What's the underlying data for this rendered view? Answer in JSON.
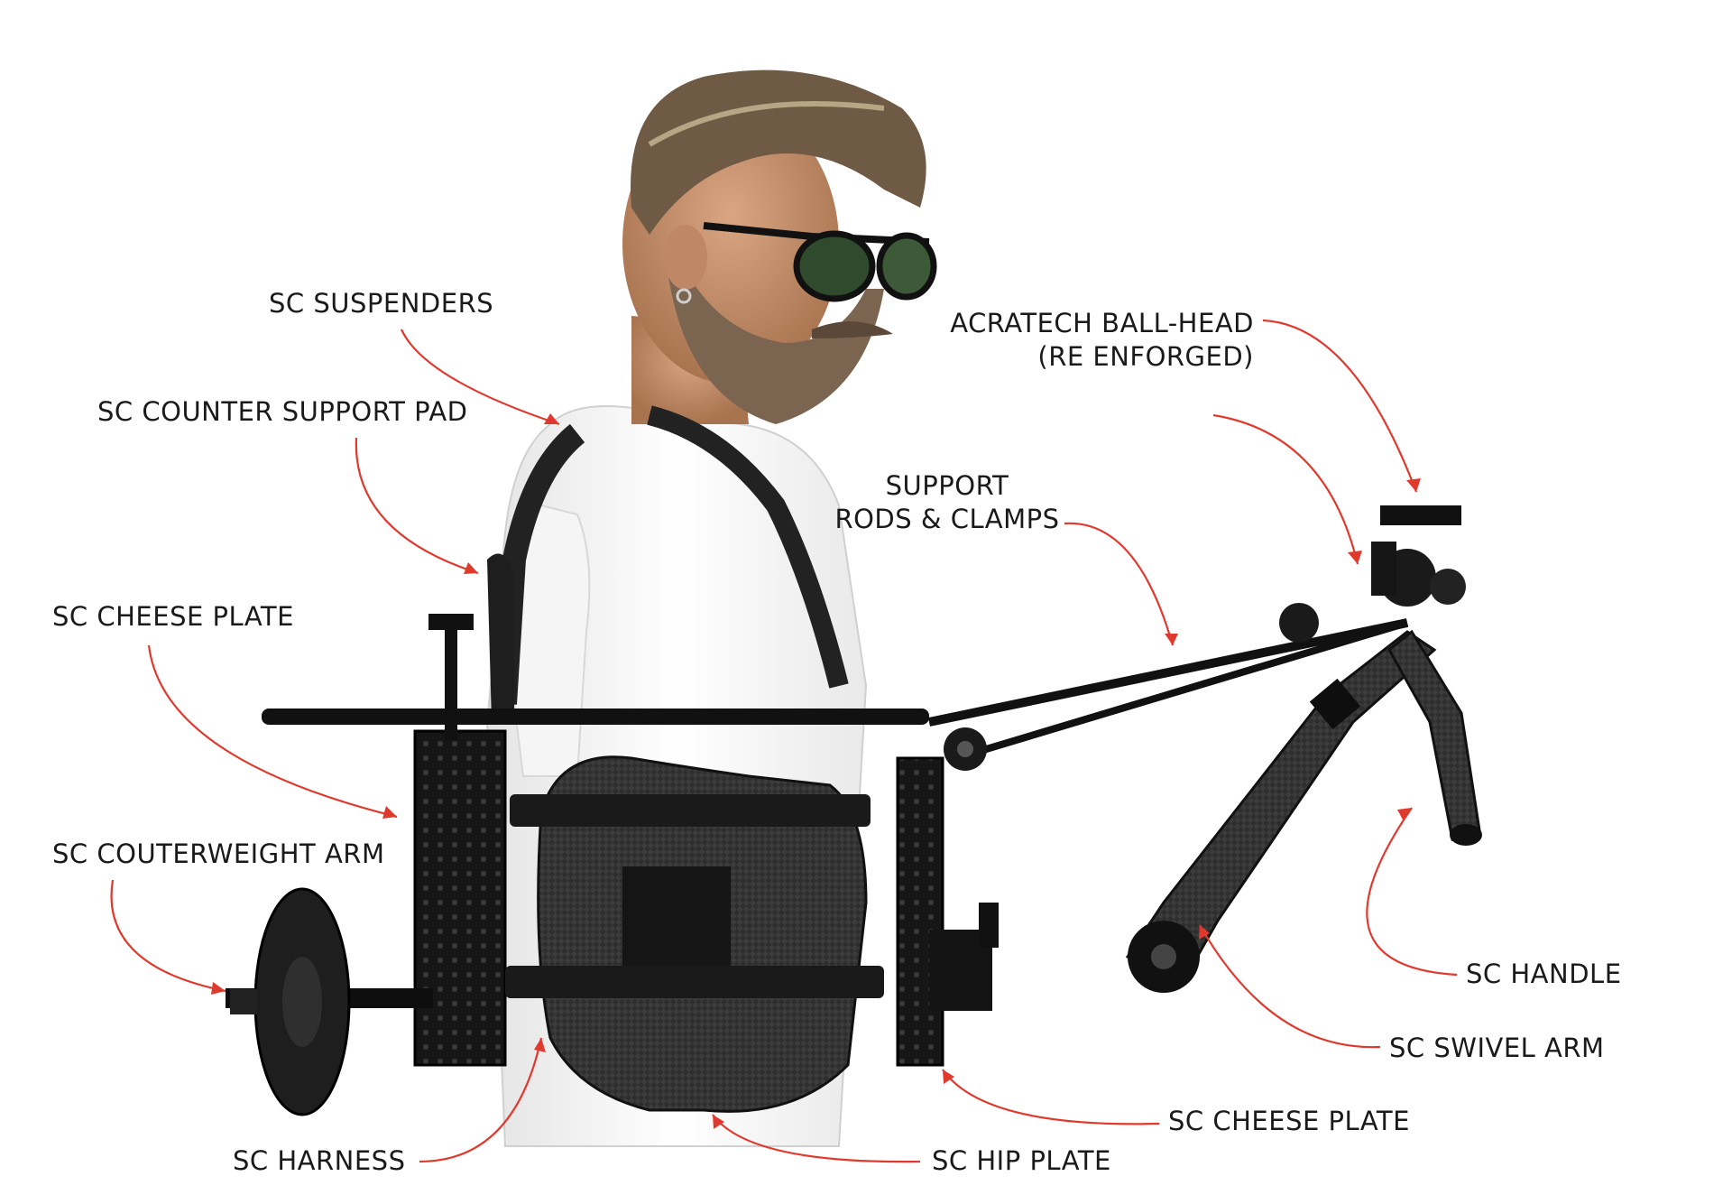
{
  "diagram": {
    "callouts": [
      {
        "id": "suspenders",
        "lines": [
          "SC SUSPENDERS"
        ]
      },
      {
        "id": "counter-support-pad",
        "lines": [
          "SC COUNTER SUPPORT PAD"
        ]
      },
      {
        "id": "cheese-plate-left",
        "lines": [
          "SC CHEESE PLATE"
        ]
      },
      {
        "id": "counterweight-arm",
        "lines": [
          "SC COUTERWEIGHT ARM"
        ]
      },
      {
        "id": "harness",
        "lines": [
          "SC HARNESS"
        ]
      },
      {
        "id": "hip-plate",
        "lines": [
          "SC HIP PLATE"
        ]
      },
      {
        "id": "cheese-plate-right",
        "lines": [
          "SC CHEESE PLATE"
        ]
      },
      {
        "id": "swivel-arm",
        "lines": [
          "SC SWIVEL ARM"
        ]
      },
      {
        "id": "handle",
        "lines": [
          "SC HANDLE"
        ]
      },
      {
        "id": "support-rods",
        "lines": [
          "SUPPORT",
          "RODS & CLAMPS"
        ]
      },
      {
        "id": "ball-head",
        "lines": [
          "ACRATECH BALL-HEAD",
          "(RE ENFORGED)"
        ]
      }
    ]
  },
  "colors": {
    "arrow": "#e03a2e",
    "text": "#1a1a1a",
    "carbon": "#2b2b2b",
    "metal": "#111111",
    "shirt": "#f2f2f2",
    "skin": "#c58f6c",
    "hair": "#6e5a45"
  }
}
